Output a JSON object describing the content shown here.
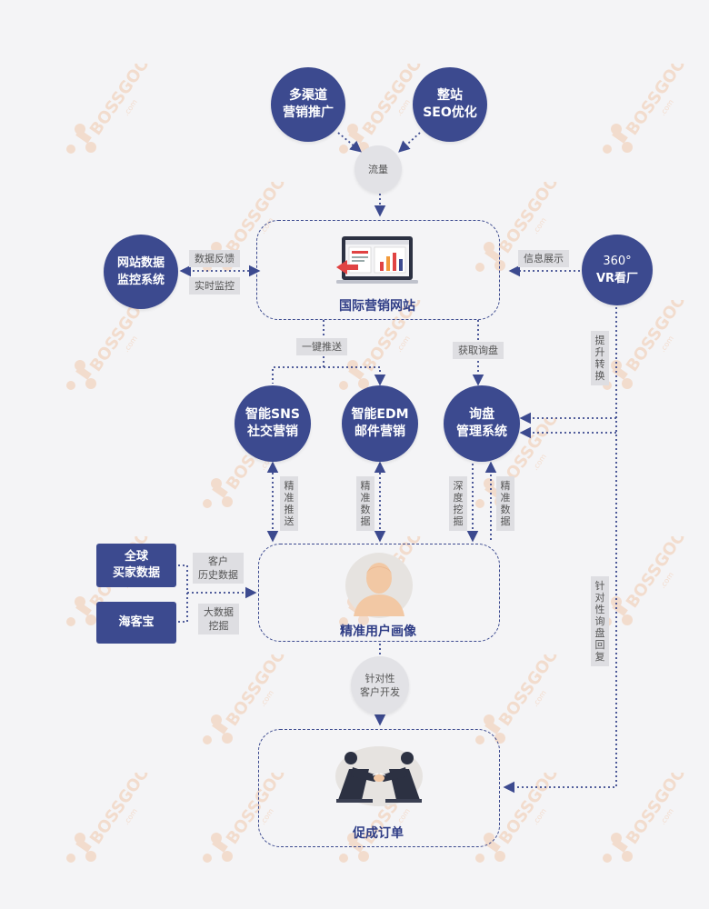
{
  "watermark": {
    "brand": "BOSSGOO",
    "suffix": ".com"
  },
  "nodes": {
    "multichannel": [
      "多渠道",
      "营销推广"
    ],
    "seo": [
      "整站",
      "SEO优化"
    ],
    "traffic": "流量",
    "site_monitor": [
      "网站数据",
      "监控系统"
    ],
    "vr": [
      "360°",
      "VR看厂"
    ],
    "sns": [
      "智能SNS",
      "社交营销"
    ],
    "edm": [
      "智能EDM",
      "邮件营销"
    ],
    "inquiry_mgmt": [
      "询盘",
      "管理系统"
    ],
    "global_buyers": [
      "全球",
      "买家数据"
    ],
    "haikebao": "海客宝"
  },
  "boxes": {
    "website": "国际营销网站",
    "persona": "精准用户画像",
    "order": "促成订单"
  },
  "labels": {
    "data_feedback": "数据反馈",
    "realtime_monitor": "实时监控",
    "info_display": "信息展示",
    "one_click_push": "一键推送",
    "get_inquiry": "获取询盘",
    "improve_conversion": [
      "提",
      "升",
      "转",
      "换"
    ],
    "precise_push": [
      "精",
      "准",
      "推",
      "送"
    ],
    "precise_data_1": [
      "精",
      "准",
      "数",
      "据"
    ],
    "deep_mining": [
      "深",
      "度",
      "挖",
      "掘"
    ],
    "precise_data_2": [
      "精",
      "准",
      "数",
      "据"
    ],
    "targeted_reply": [
      "针",
      "对",
      "性",
      "询",
      "盘",
      "回",
      "复"
    ],
    "customer_history": [
      "客户",
      "历史数据"
    ],
    "big_data_mining": [
      "大数据",
      "挖掘"
    ],
    "targeted_dev": [
      "针对性",
      "客户开发"
    ]
  },
  "colors": {
    "primary": "#3c4a8f",
    "dashed_line": "#3c4a8f",
    "tag_bg": "#dedee2",
    "background": "#f4f4f6",
    "watermark": "#f2c9ad"
  }
}
